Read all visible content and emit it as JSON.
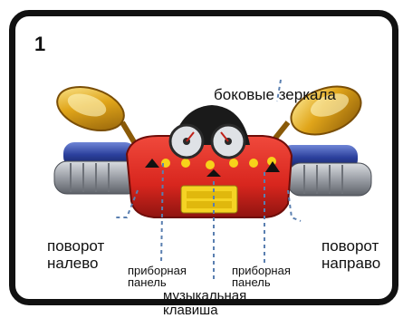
{
  "step_number": "1",
  "labels": {
    "turn_left": [
      "поворот",
      "налево"
    ],
    "turn_right": [
      "поворот",
      "направо"
    ],
    "side_mirrors": "боковые зеркала",
    "dashboard_left": [
      "приборная",
      "панель"
    ],
    "dashboard_right": [
      "приборная",
      "панель"
    ],
    "music_key": [
      "музыкальная",
      "клавиша"
    ]
  },
  "colors": {
    "frame": "#111111",
    "body_red": "#d8261e",
    "mirror_gold": "#e0a51a",
    "handle_blue": "#2b3f9c",
    "grip_grey": "#9a9ea5",
    "leader_line": "#5a7fb0"
  }
}
